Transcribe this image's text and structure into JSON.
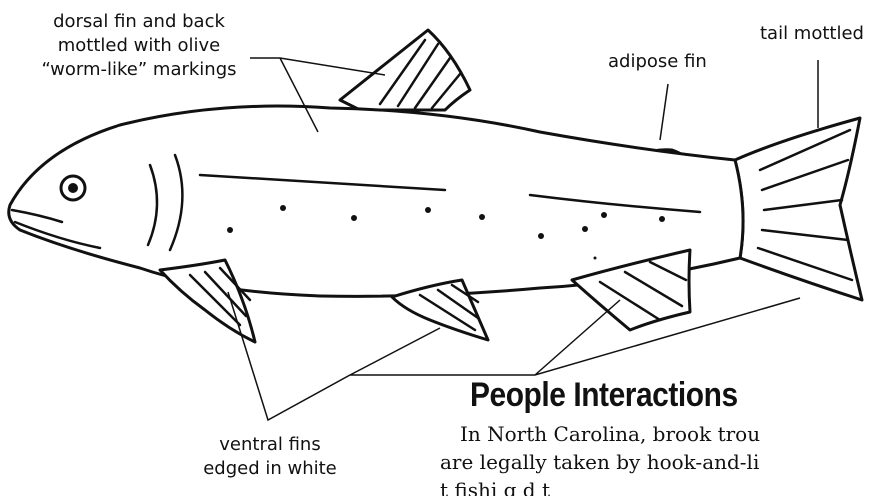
{
  "labels": {
    "dorsal": [
      "dorsal fin and back",
      "mottled with olive",
      "“worm-like” markings"
    ],
    "adipose": "adipose fin",
    "tail": "tail mottled",
    "ventral": [
      "ventral fins",
      "edged in white"
    ]
  },
  "section": {
    "heading": "People Interactions",
    "lines": [
      "In North Carolina, brook trou",
      "are legally taken by hook-and-li",
      "   t fishi  g  d           t"
    ]
  },
  "colors": {
    "ink": "#111111",
    "background": "#ffffff"
  }
}
